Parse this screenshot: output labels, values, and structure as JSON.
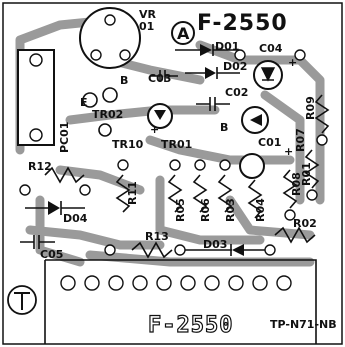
{
  "board": {
    "model_top": "F-2550",
    "model_bottom": "F-2550",
    "part_code": "TP-N71-NB",
    "badge_letter": "A",
    "colors": {
      "ink": "#111111",
      "copper": "#9a9a9a",
      "board": "#ffffff"
    }
  },
  "components": {
    "vr01": "VR\n01",
    "d01": "D01",
    "d02": "D02",
    "c04": "C04",
    "c03": "C03",
    "c02": "C02",
    "b_top": "B",
    "e_label": "E",
    "tr02": "TR02",
    "pc01": "PC01",
    "r12": "R12",
    "tr10": "TR10",
    "tr01": "TR01",
    "b_mid": "B",
    "c01": "C01",
    "r07": "R07",
    "r09": "R09",
    "r11": "R11",
    "r05": "R05",
    "r06": "R06",
    "r03": "R03",
    "r04": "R04",
    "r08": "R08",
    "r01": "R01",
    "d04": "D04",
    "c05": "C05",
    "r13": "R13",
    "d03": "D03",
    "r02": "R02",
    "plus_c04": "+",
    "plus_tr10": "+",
    "plus_c01": "+"
  }
}
